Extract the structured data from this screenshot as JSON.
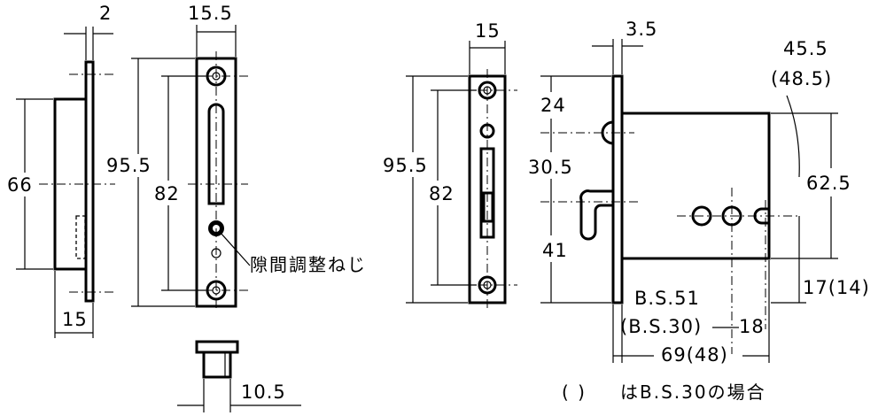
{
  "drawing": {
    "side_plate": {
      "dim_thickness": "2",
      "dim_height": "66",
      "dim_width": "15"
    },
    "strike_front": {
      "dim_width": "15.5",
      "dim_overall": "95.5",
      "dim_screw_pitch": "82",
      "callout": "隙間調整ねじ",
      "dim_bolt": "10.5"
    },
    "lock_front": {
      "dim_width": "15",
      "dim_overall": "95.5",
      "dim_screw_pitch": "82"
    },
    "lock_side": {
      "dim_face": "3.5",
      "dim_case_top": "45.5",
      "dim_case_top_alt": "(48.5)",
      "dim_24": "24",
      "dim_30_5": "30.5",
      "dim_41": "41",
      "dim_case_height": "62.5",
      "dim_bottom": "17(14)",
      "backset": "B.S.51",
      "backset_alt": "(B.S.30)",
      "dim_18": "18",
      "dim_depth": "69(48)",
      "footnote_paren": "(   )",
      "footnote": "はB.S.30の場合"
    }
  }
}
